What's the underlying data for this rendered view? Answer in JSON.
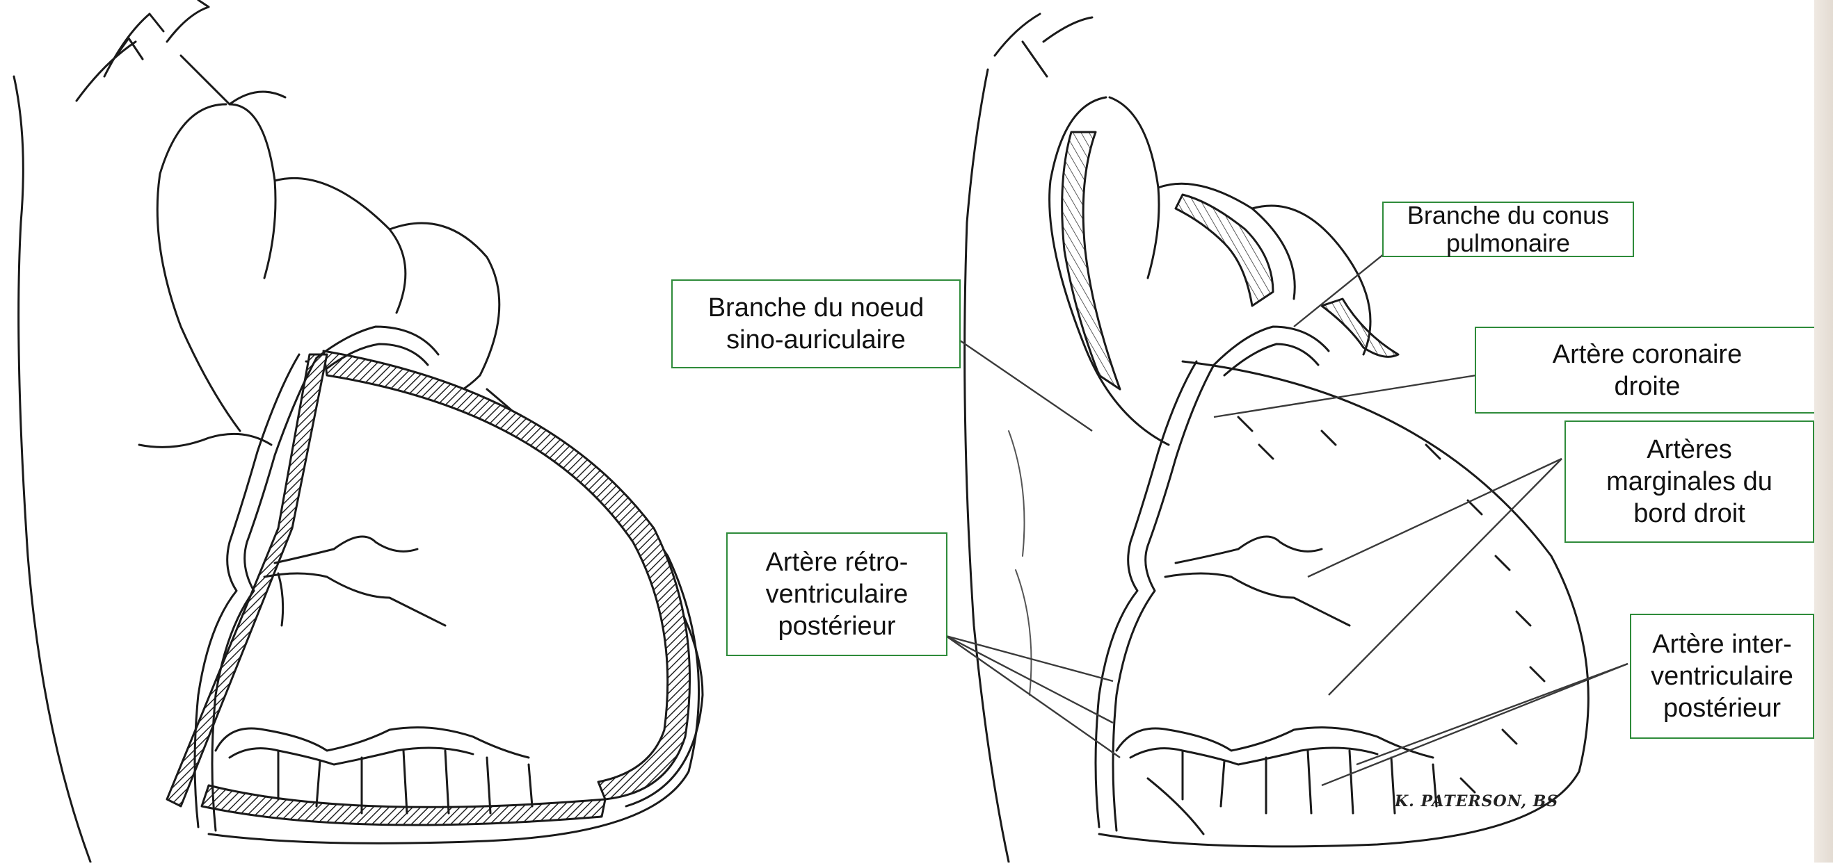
{
  "labels": {
    "conus": {
      "line1": "Branche du conus",
      "line2": "pulmonaire"
    },
    "noeud": {
      "line1": "Branche du noeud",
      "line2": "sino-auriculaire"
    },
    "coronaire": {
      "line1": "Artère coronaire",
      "line2": "droite"
    },
    "marginales": {
      "line1": "Artères",
      "line2": "marginales du",
      "line3": "bord droit"
    },
    "retro": {
      "line1": "Artère rétro-",
      "line2": "ventriculaire",
      "line3": "postérieur"
    },
    "inter": {
      "line1": "Artère inter-",
      "line2": "ventriculaire",
      "line3": "postérieur"
    }
  },
  "signature": "K. PATERSON, BS",
  "colors": {
    "label_border": "#2e8b3a",
    "ink": "#1a1a1a",
    "vessel_fill": "#ffffff",
    "groove_fill": "#555555"
  }
}
